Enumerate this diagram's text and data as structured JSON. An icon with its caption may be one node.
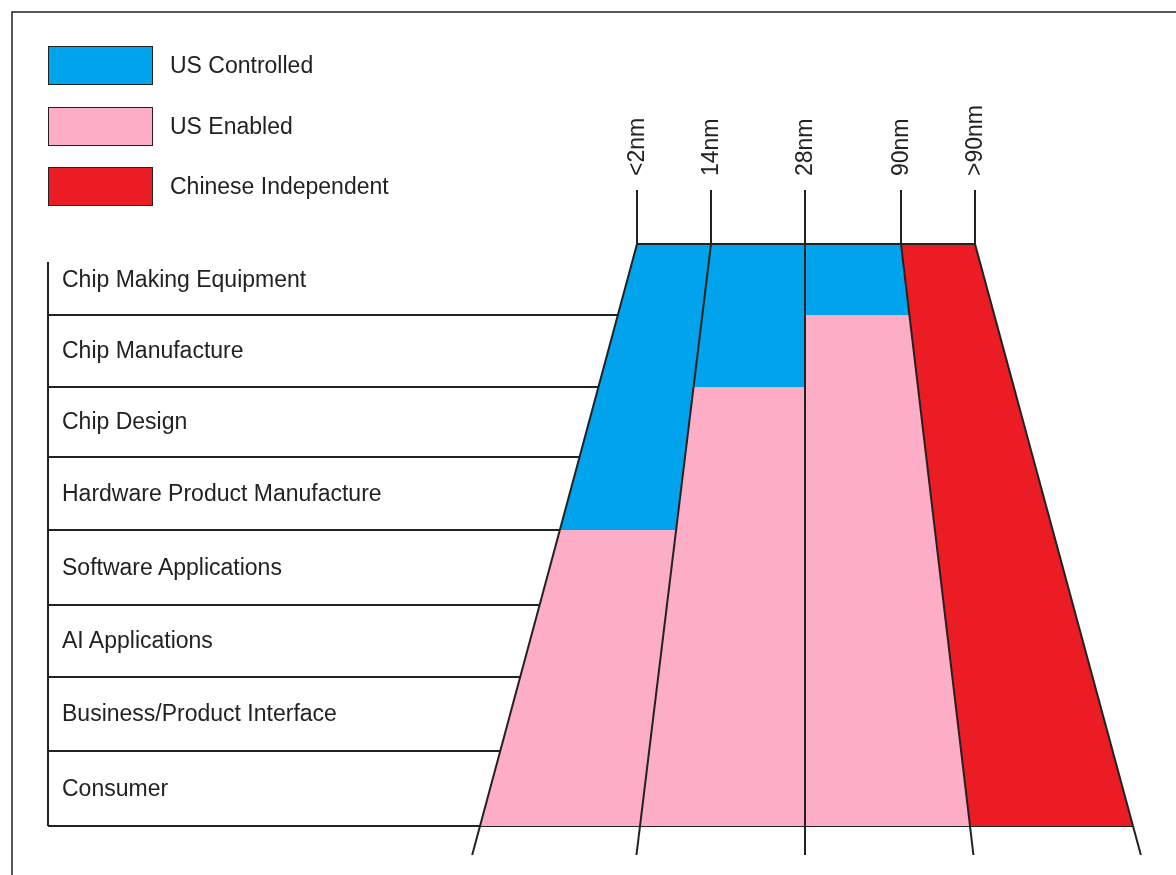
{
  "diagram": {
    "labels": [
      "<2nm",
      "14nm",
      "28nm",
      "90nm",
      ">90nm",
      "Chip Making Equipment",
      "Chip Manufacture",
      "Chip Design",
      "Hardware Product Manufacture",
      "Software Applications",
      "AI Applications",
      "Business/Product Interface",
      "Consumer"
    ],
    "legend": [
      {
        "text": "US Controlled",
        "color": "#00a3ec"
      },
      {
        "text": "US Enabled",
        "color": "#fdadc6"
      },
      {
        "text": "Chinese Independent",
        "color": "#ec1c24"
      }
    ]
  }
}
